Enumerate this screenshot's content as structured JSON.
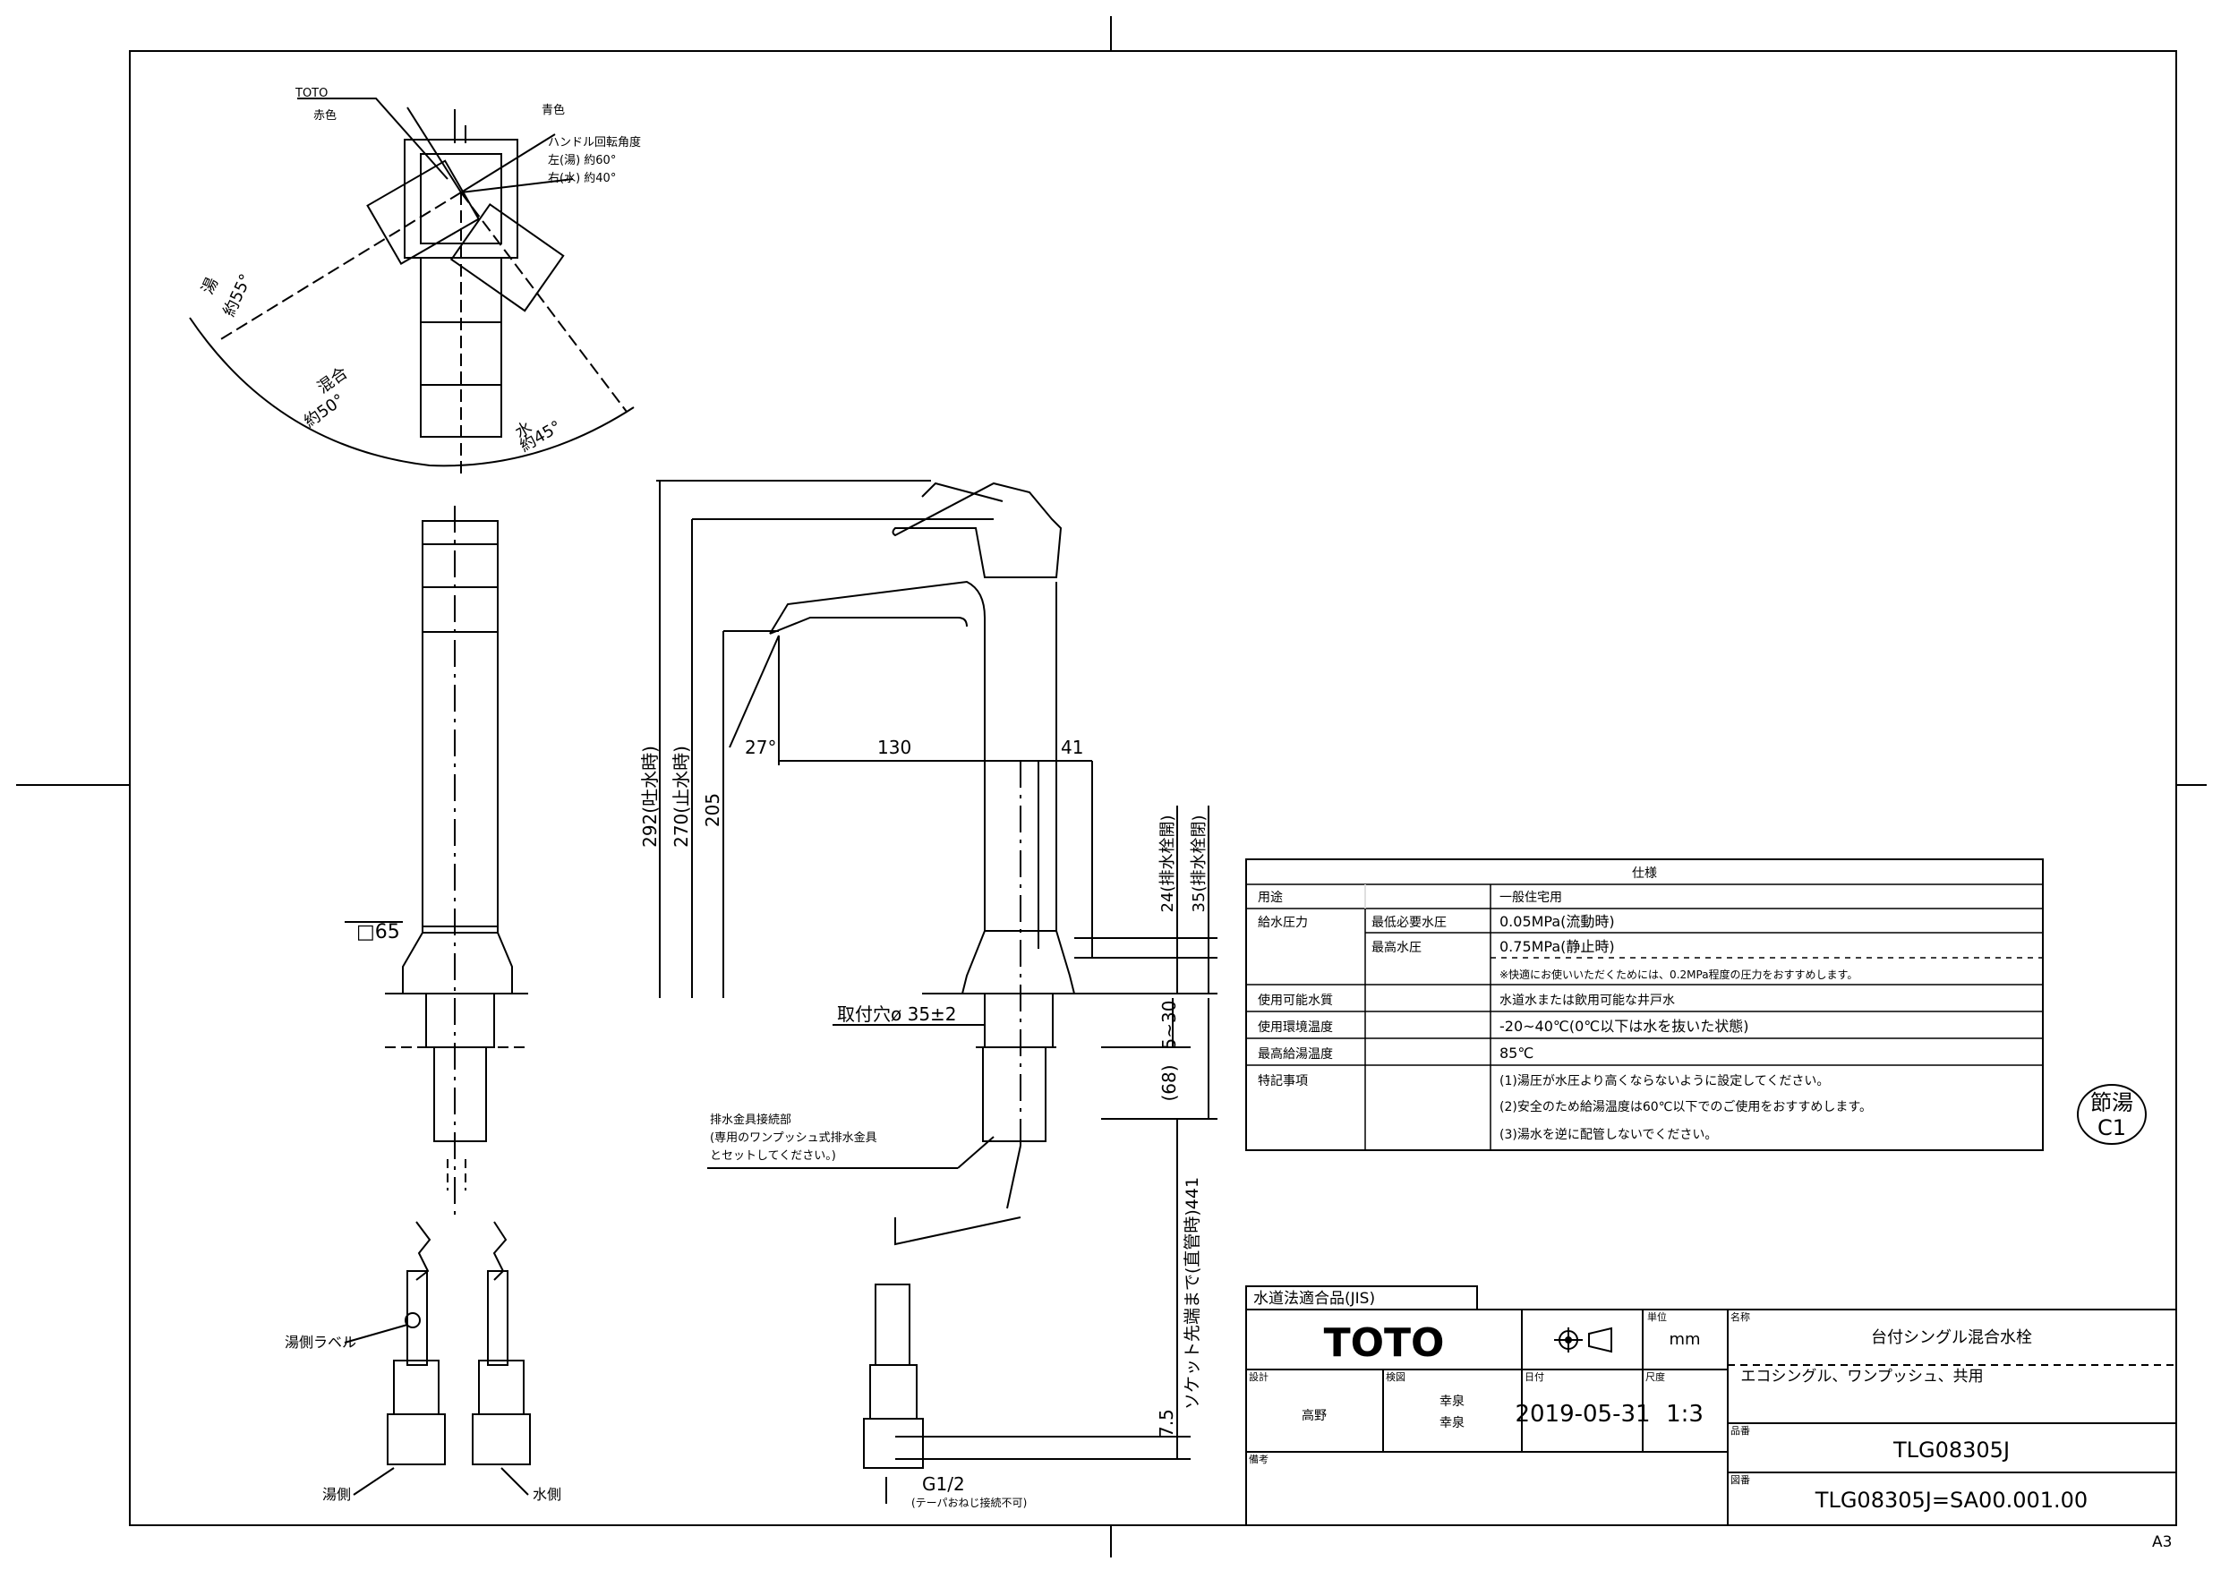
{
  "top_view": {
    "brand": "TOTO",
    "red": "赤色",
    "blue": "青色",
    "handle_angle": "ハンドル回転角度",
    "left_hot": "左(湯) 約60°",
    "right_cold": "右(水) 約40°",
    "hot": "湯",
    "hot_angle": "約55°",
    "mix": "混合",
    "mix_angle": "約50°",
    "cold": "水",
    "cold_angle": "約45°"
  },
  "front_view": {
    "square": "□65",
    "hot_label": "湯側ラベル",
    "hot_side": "湯側",
    "cold_side": "水側"
  },
  "side_view": {
    "h292": "292(吐水時)",
    "h270": "270(止水時)",
    "h205": "205",
    "angle27": "27°",
    "d130": "130",
    "d41": "41",
    "d24": "24(排水栓開)",
    "d35": "35(排水栓閉)",
    "mount_hole": "取付穴ø 35±2",
    "d530": "5~30",
    "d68": "(68)",
    "drain_note1": "排水金具接続部",
    "drain_note2": "(専用のワンプッシュ式排水金具",
    "drain_note3": "とセットしてください。)",
    "d441": "ソケット先端まで(直管時)441",
    "d75": "7.5",
    "g12": "G1/2",
    "g12_note": "(テーパおねじ接続不可)"
  },
  "spec": {
    "title": "仕様",
    "rows": [
      {
        "label": "用途",
        "sub": "",
        "value": "一般住宅用"
      },
      {
        "label": "給水圧力",
        "sub": "最低必要水圧",
        "value": "0.05MPa(流動時)"
      },
      {
        "label": "",
        "sub": "最高水圧",
        "value": "0.75MPa(静止時)"
      },
      {
        "label": "",
        "sub": "",
        "value": "※快適にお使いいただくためには、0.2MPa程度の圧力をおすすめします。"
      },
      {
        "label": "使用可能水質",
        "sub": "",
        "value": "水道水または飲用可能な井戸水"
      },
      {
        "label": "使用環境温度",
        "sub": "",
        "value": "-20~40℃(0℃以下は水を抜いた状態)"
      },
      {
        "label": "最高給湯温度",
        "sub": "",
        "value": "85℃"
      },
      {
        "label": "特記事項",
        "sub": "",
        "value": "(1)湯圧が水圧より高くならないように設定してください。"
      },
      {
        "label": "",
        "sub": "",
        "value": "(2)安全のため給湯温度は60℃以下でのご使用をおすすめします。"
      },
      {
        "label": "",
        "sub": "",
        "value": "(3)湯水を逆に配管しないでください。"
      }
    ]
  },
  "badge": {
    "line1": "節湯",
    "line2": "C1"
  },
  "title_block": {
    "jis": "水道法適合品(JIS)",
    "logo": "TOTO",
    "unit_label": "単位",
    "unit": "mm",
    "name_label": "名称",
    "name": "台付シングル混合水栓",
    "subname": "エコシングル、ワンプッシュ、共用",
    "design_label": "設計",
    "check_label": "検図",
    "date_label": "日付",
    "scale_label": "尺度",
    "designer": "高野",
    "checker1": "幸泉",
    "checker2": "幸泉",
    "date": "2019-05-31",
    "scale": "1:3",
    "model_label": "品番",
    "model": "TLG08305J",
    "remark_label": "備考",
    "drawing_label": "図番",
    "drawing_no": "TLG08305J=SA00.001.00"
  },
  "sheet_size": "A3"
}
